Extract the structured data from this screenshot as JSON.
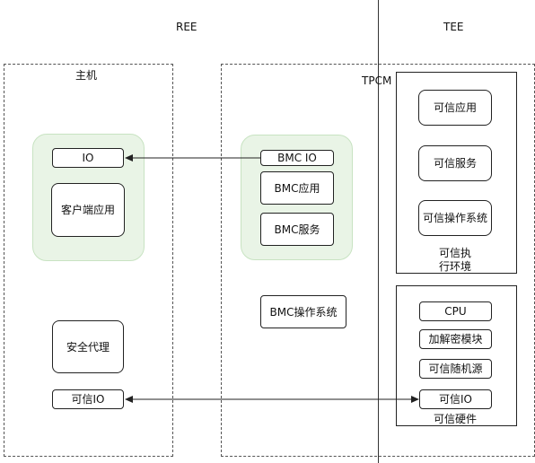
{
  "zones": {
    "ree": "REE",
    "tee": "TEE"
  },
  "host": {
    "title": "主机",
    "io": "IO",
    "client_app": "客户端应用",
    "security_agent": "安全代理",
    "trusted_io": "可信IO"
  },
  "bmc": {
    "io": "BMC IO",
    "app": "BMC应用",
    "service": "BMC服务",
    "os": "BMC操作系统"
  },
  "tpcm": {
    "title": "TPCM",
    "trusted_env": {
      "label_line1": "可信执",
      "label_line2": "行环境",
      "trusted_app": "可信应用",
      "trusted_service": "可信服务",
      "trusted_os": "可信操作系统"
    },
    "trusted_hw": {
      "label": "可信硬件",
      "cpu": "CPU",
      "crypto": "加解密模块",
      "rng": "可信随机源",
      "trusted_io": "可信IO"
    }
  }
}
